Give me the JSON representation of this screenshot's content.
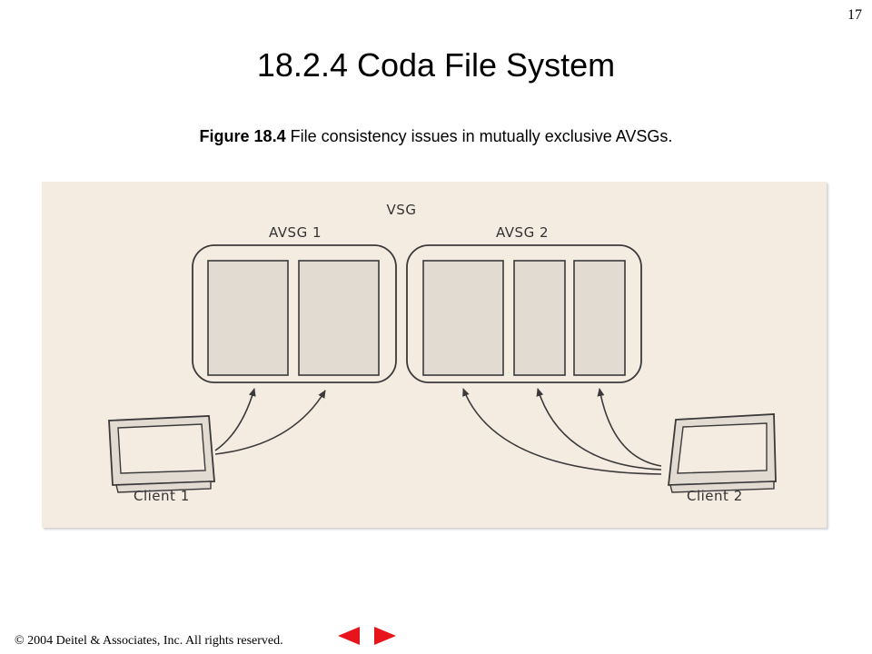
{
  "slide": {
    "number": "17",
    "title": "18.2.4 Coda File System"
  },
  "caption": {
    "label": "Figure 18.4",
    "text": " File consistency issues in mutually exclusive AVSGs."
  },
  "diagram": {
    "vsg_label": "VSG",
    "avsg1_label": "AVSG 1",
    "avsg2_label": "AVSG 2",
    "client1_label": "Client 1",
    "client2_label": "Client 2",
    "colors": {
      "panel": "#f4ebe1",
      "server_fill": "#e2dbd2",
      "stroke": "#3a3a3a",
      "nav_red": "#e8141c"
    }
  },
  "footer": {
    "copyright": "© 2004 Deitel & Associates, Inc.  All rights reserved."
  },
  "nav": {
    "prev_icon": "left-arrow-icon",
    "next_icon": "right-arrow-icon"
  }
}
